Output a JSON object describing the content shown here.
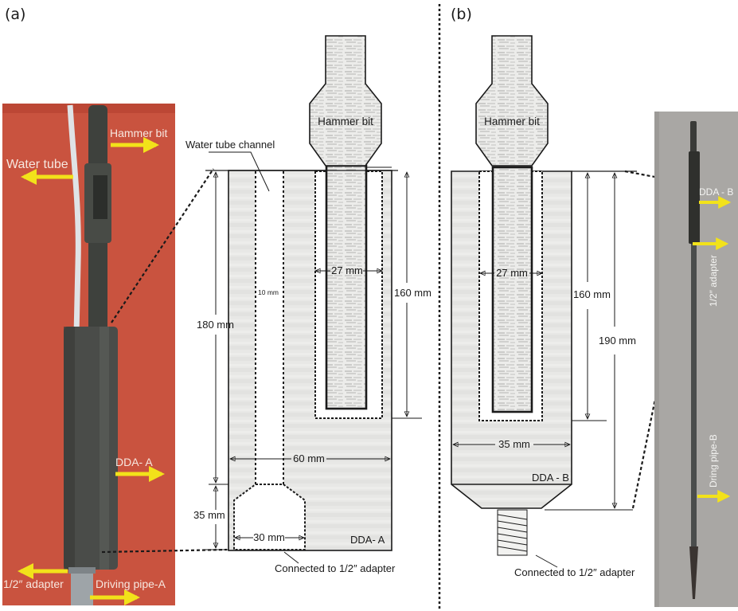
{
  "panels": {
    "a": {
      "label": "(a)",
      "photo": {
        "callouts": {
          "hammer_bit": "Hammer bit",
          "water_tube": "Water tube",
          "dda": "DDA- A",
          "adapter": "1/2″ adapter",
          "driving_pipe": "Driving pipe-A"
        }
      },
      "drawing": {
        "hammer_bit": "Hammer bit",
        "water_tube_channel": "Water tube channel",
        "channel_width": "10 mm",
        "bit_width": "27 mm",
        "socket_depth": "160 mm",
        "total_length": "180 mm",
        "outer_width": "60 mm",
        "adapter_length": "35 mm",
        "adapter_width": "30 mm",
        "name": "DDA- A",
        "connection_note": "Connected to  1/2″ adapter"
      }
    },
    "b": {
      "label": "(b)",
      "drawing": {
        "hammer_bit": "Hammer bit",
        "bit_width": "27 mm",
        "socket_depth": "160 mm",
        "total_length": "190 mm",
        "outer_width": "35 mm",
        "name": "DDA - B",
        "connection_note": "Connected to 1/2″ adapter"
      },
      "photo": {
        "callouts": {
          "dda": "DDA - B",
          "adapter": "1/2″ adapter",
          "driving_pipe": "Dring pipe-B"
        }
      }
    }
  },
  "colors": {
    "photo_a_bg": "#c9533f",
    "photo_b_bg": "#a9a7a4",
    "arrow": "#f2e21a",
    "steel": "#3d3f3c",
    "fill": "#e6e6e4",
    "ink": "#1a1a1a"
  }
}
